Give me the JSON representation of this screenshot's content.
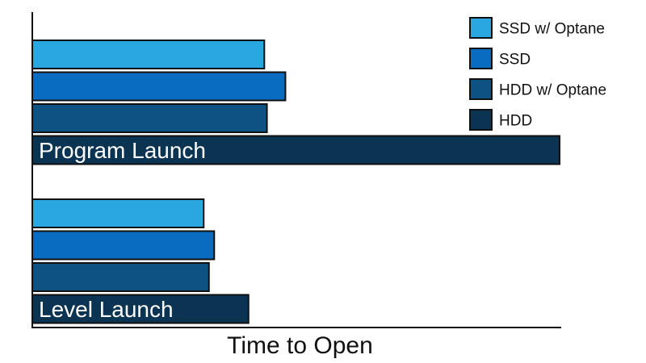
{
  "chart_data": {
    "type": "bar",
    "orientation": "horizontal",
    "title": "",
    "xlabel": "Time to Open",
    "ylabel": "",
    "categories": [
      "Program Launch",
      "Level Launch"
    ],
    "series": [
      {
        "name": "SSD w/ Optane",
        "color": "#29a8e0",
        "values": [
          44,
          32.5
        ]
      },
      {
        "name": "SSD",
        "color": "#0a6cc0",
        "values": [
          48,
          34.5
        ]
      },
      {
        "name": "HDD w/ Optane",
        "color": "#0d5283",
        "values": [
          44.5,
          33.5
        ]
      },
      {
        "name": "HDD",
        "color": "#0b3352",
        "values": [
          100,
          41
        ]
      }
    ],
    "xlim": [
      0,
      100
    ],
    "tick_labels": false,
    "grid": false,
    "legend": "top-right"
  }
}
